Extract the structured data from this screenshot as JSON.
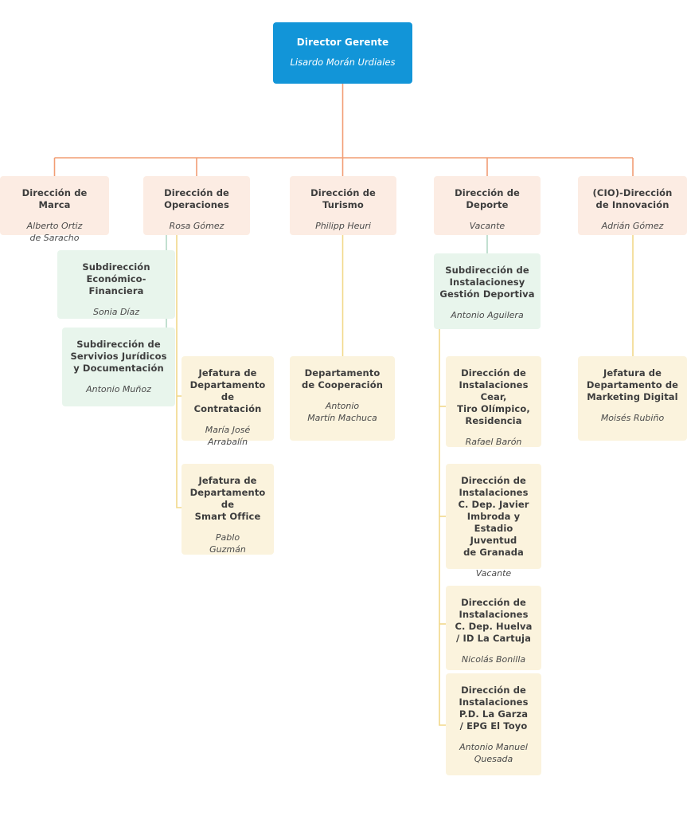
{
  "chart_data": {
    "type": "diagram",
    "title": "Organigrama",
    "diagram_kind": "organization-chart",
    "orientation": "top-down",
    "palette": {
      "root_fill": "#1295d8",
      "root_text": "#ffffff",
      "level1_fill": "#fcece3",
      "level2_green_fill": "#e8f5ec",
      "level2_cream_fill": "#fbf3dd",
      "title_text": "#3d3d3d",
      "person_text": "#4a4a4a",
      "connector_orange": "#f29d74",
      "connector_green": "#b2d8c5",
      "connector_yellow": "#f2d98a",
      "background": "#ffffff"
    },
    "nodes": [
      {
        "id": "root",
        "title": "Director Gerente",
        "person": "Lisardo Morán Urdiales",
        "level": 0,
        "style": "root",
        "parent": null
      },
      {
        "id": "marca",
        "title": "Dirección de Marca",
        "person": "Alberto Ortiz\nde Saracho",
        "level": 1,
        "style": "peach",
        "parent": "root"
      },
      {
        "id": "operaciones",
        "title": "Dirección de\nOperaciones",
        "person": "Rosa Gómez",
        "level": 1,
        "style": "peach",
        "parent": "root"
      },
      {
        "id": "turismo",
        "title": "Dirección de\nTurismo",
        "person": "Philipp Heuri",
        "level": 1,
        "style": "peach",
        "parent": "root"
      },
      {
        "id": "deporte",
        "title": "Dirección de\nDeporte",
        "person": "Vacante",
        "level": 1,
        "style": "peach",
        "parent": "root"
      },
      {
        "id": "innovacion",
        "title": "(CIO)-Dirección\nde Innovación",
        "person": "Adrián Gómez",
        "level": 1,
        "style": "peach",
        "parent": "root"
      },
      {
        "id": "eco-fin",
        "title": "Subdirección\nEconómico-Financiera",
        "person": "Sonia Díaz",
        "level": 2,
        "style": "green",
        "parent": "operaciones"
      },
      {
        "id": "juridicos",
        "title": "Subdirección de\nServivios Jurídicos\ny Documentación",
        "person": "Antonio Muñoz",
        "level": 2,
        "style": "green",
        "parent": "operaciones"
      },
      {
        "id": "contratacion",
        "title": "Jefatura de\nDepartamento de\nContratación",
        "person": "María José\nArrabalín",
        "level": 2,
        "style": "cream",
        "parent": "operaciones"
      },
      {
        "id": "smart-office",
        "title": "Jefatura de\nDepartamento de\nSmart Office",
        "person": "Pablo\nGuzmán",
        "level": 2,
        "style": "cream",
        "parent": "operaciones"
      },
      {
        "id": "cooperacion",
        "title": "Departamento\nde Cooperación",
        "person": "Antonio\nMartín Machuca",
        "level": 2,
        "style": "cream",
        "parent": "turismo"
      },
      {
        "id": "subd-instalaciones",
        "title": "Subdirección de\nInstalacionesy\nGestión Deportiva",
        "person": "Antonio Aguilera",
        "level": 2,
        "style": "green",
        "parent": "deporte"
      },
      {
        "id": "inst-cear",
        "title": "Dirección de\nInstalaciones Cear,\nTiro Olímpico,\nResidencia",
        "person": "Rafael Barón",
        "level": 3,
        "style": "cream",
        "parent": "subd-instalaciones"
      },
      {
        "id": "inst-imbroda",
        "title": "Dirección de\nInstalaciones\nC. Dep. Javier\nImbroda y\nEstadio Juventud\nde Granada",
        "person": "Vacante",
        "level": 3,
        "style": "cream",
        "parent": "subd-instalaciones"
      },
      {
        "id": "inst-huelva",
        "title": "Dirección de\nInstalaciones\nC. Dep. Huelva\n/ ID La Cartuja",
        "person": "Nicolás Bonilla",
        "level": 3,
        "style": "cream",
        "parent": "subd-instalaciones"
      },
      {
        "id": "inst-garza",
        "title": "Dirección de\nInstalaciones\nP.D. La Garza\n/ EPG El Toyo",
        "person": "Antonio Manuel\nQuesada",
        "level": 3,
        "style": "cream",
        "parent": "subd-instalaciones"
      },
      {
        "id": "marketing",
        "title": "Jefatura de\nDepartamento de\nMarketing Digital",
        "person": "Moisés Rubiño",
        "level": 2,
        "style": "cream",
        "parent": "innovacion"
      }
    ]
  },
  "nodes": {
    "root": {
      "title": "Director Gerente",
      "person": "Lisardo Morán Urdiales"
    },
    "marca": {
      "title": "Dirección de Marca",
      "person": "Alberto Ortiz\nde Saracho"
    },
    "operaciones": {
      "title": "Dirección de\nOperaciones",
      "person": "Rosa Gómez"
    },
    "turismo": {
      "title": "Dirección de\nTurismo",
      "person": "Philipp Heuri"
    },
    "deporte": {
      "title": "Dirección de\nDeporte",
      "person": "Vacante"
    },
    "innovacion": {
      "title": "(CIO)-Dirección\nde Innovación",
      "person": "Adrián Gómez"
    },
    "eco_fin": {
      "title": "Subdirección\nEconómico-Financiera",
      "person": "Sonia Díaz"
    },
    "juridicos": {
      "title": "Subdirección de\nServivios Jurídicos\ny Documentación",
      "person": "Antonio Muñoz"
    },
    "contratacion": {
      "title": "Jefatura de\nDepartamento de\nContratación",
      "person": "María José\nArrabalín"
    },
    "smart_office": {
      "title": "Jefatura de\nDepartamento de\nSmart Office",
      "person": "Pablo\nGuzmán"
    },
    "cooperacion": {
      "title": "Departamento\nde Cooperación",
      "person": "Antonio\nMartín Machuca"
    },
    "subd_instalaciones": {
      "title": "Subdirección de\nInstalacionesy\nGestión Deportiva",
      "person": "Antonio Aguilera"
    },
    "inst_cear": {
      "title": "Dirección de\nInstalaciones Cear,\nTiro Olímpico,\nResidencia",
      "person": "Rafael Barón"
    },
    "inst_imbroda": {
      "title": "Dirección de\nInstalaciones\nC. Dep. Javier\nImbroda y\nEstadio Juventud\nde Granada",
      "person": "Vacante"
    },
    "inst_huelva": {
      "title": "Dirección de\nInstalaciones\nC. Dep. Huelva\n/ ID La Cartuja",
      "person": "Nicolás Bonilla"
    },
    "inst_garza": {
      "title": "Dirección de\nInstalaciones\nP.D. La Garza\n/ EPG El Toyo",
      "person": "Antonio Manuel\nQuesada"
    },
    "marketing": {
      "title": "Jefatura de\nDepartamento de\nMarketing Digital",
      "person": "Moisés Rubiño"
    }
  }
}
